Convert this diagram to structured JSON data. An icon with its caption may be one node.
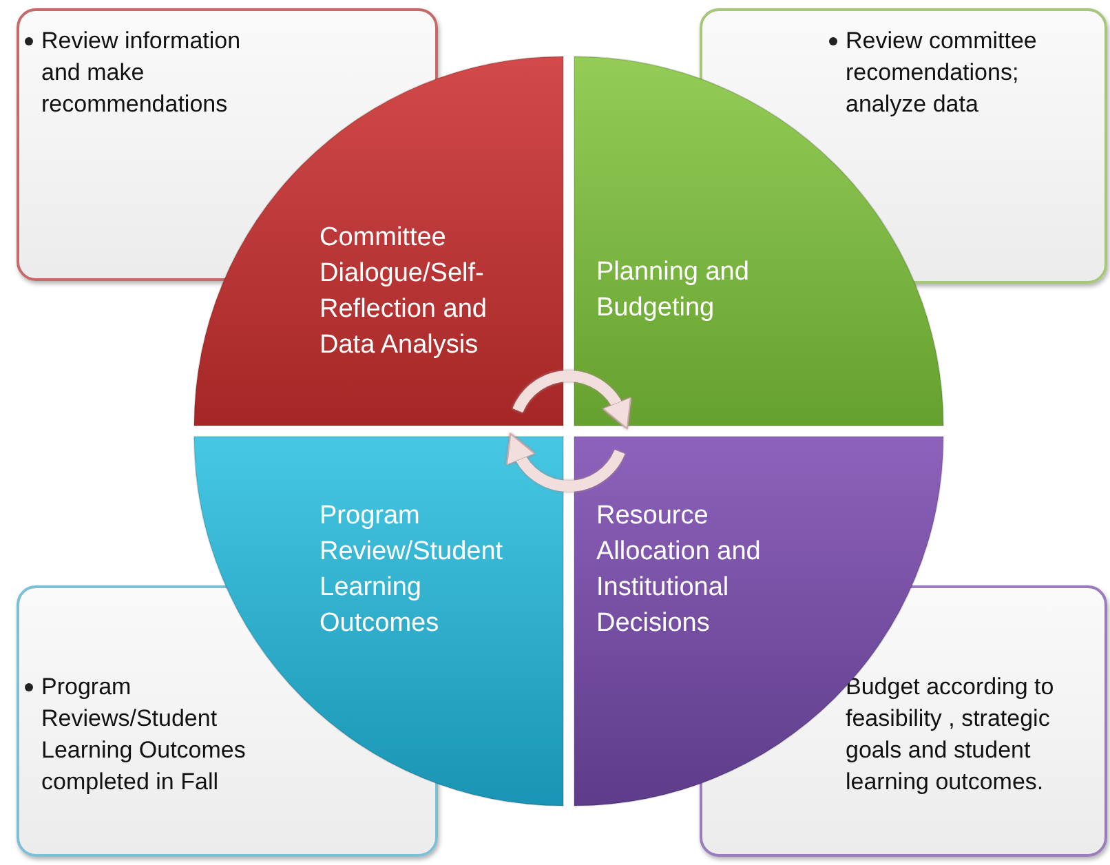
{
  "diagram": {
    "nodes": [
      {
        "text": [
          "Review information and make recommendations"
        ]
      },
      {
        "text": [
          "Review committee recomendations; analyze data"
        ]
      },
      {
        "text": [
          "Committee Dialogue/Self-Reflection and Data Analysis"
        ]
      },
      {
        "text": [
          "Planning and Budgeting"
        ]
      },
      {
        "text": [
          "Program Review/Student Learning Outcomes"
        ]
      },
      {
        "text": [
          "Resource Allocation and Institutional Decisions"
        ]
      },
      {
        "text": [
          "Program Reviews/Student Learning Outcomes completed in Fall"
        ]
      },
      {
        "text": [
          "Budget according to feasibility , strategic goals and student learning outcomes."
        ]
      }
    ],
    "edges": [
      {
        "from": 2,
        "to": 3,
        "arrow": "to"
      },
      {
        "from": 5,
        "to": 4,
        "arrow": "to"
      }
    ]
  }
}
